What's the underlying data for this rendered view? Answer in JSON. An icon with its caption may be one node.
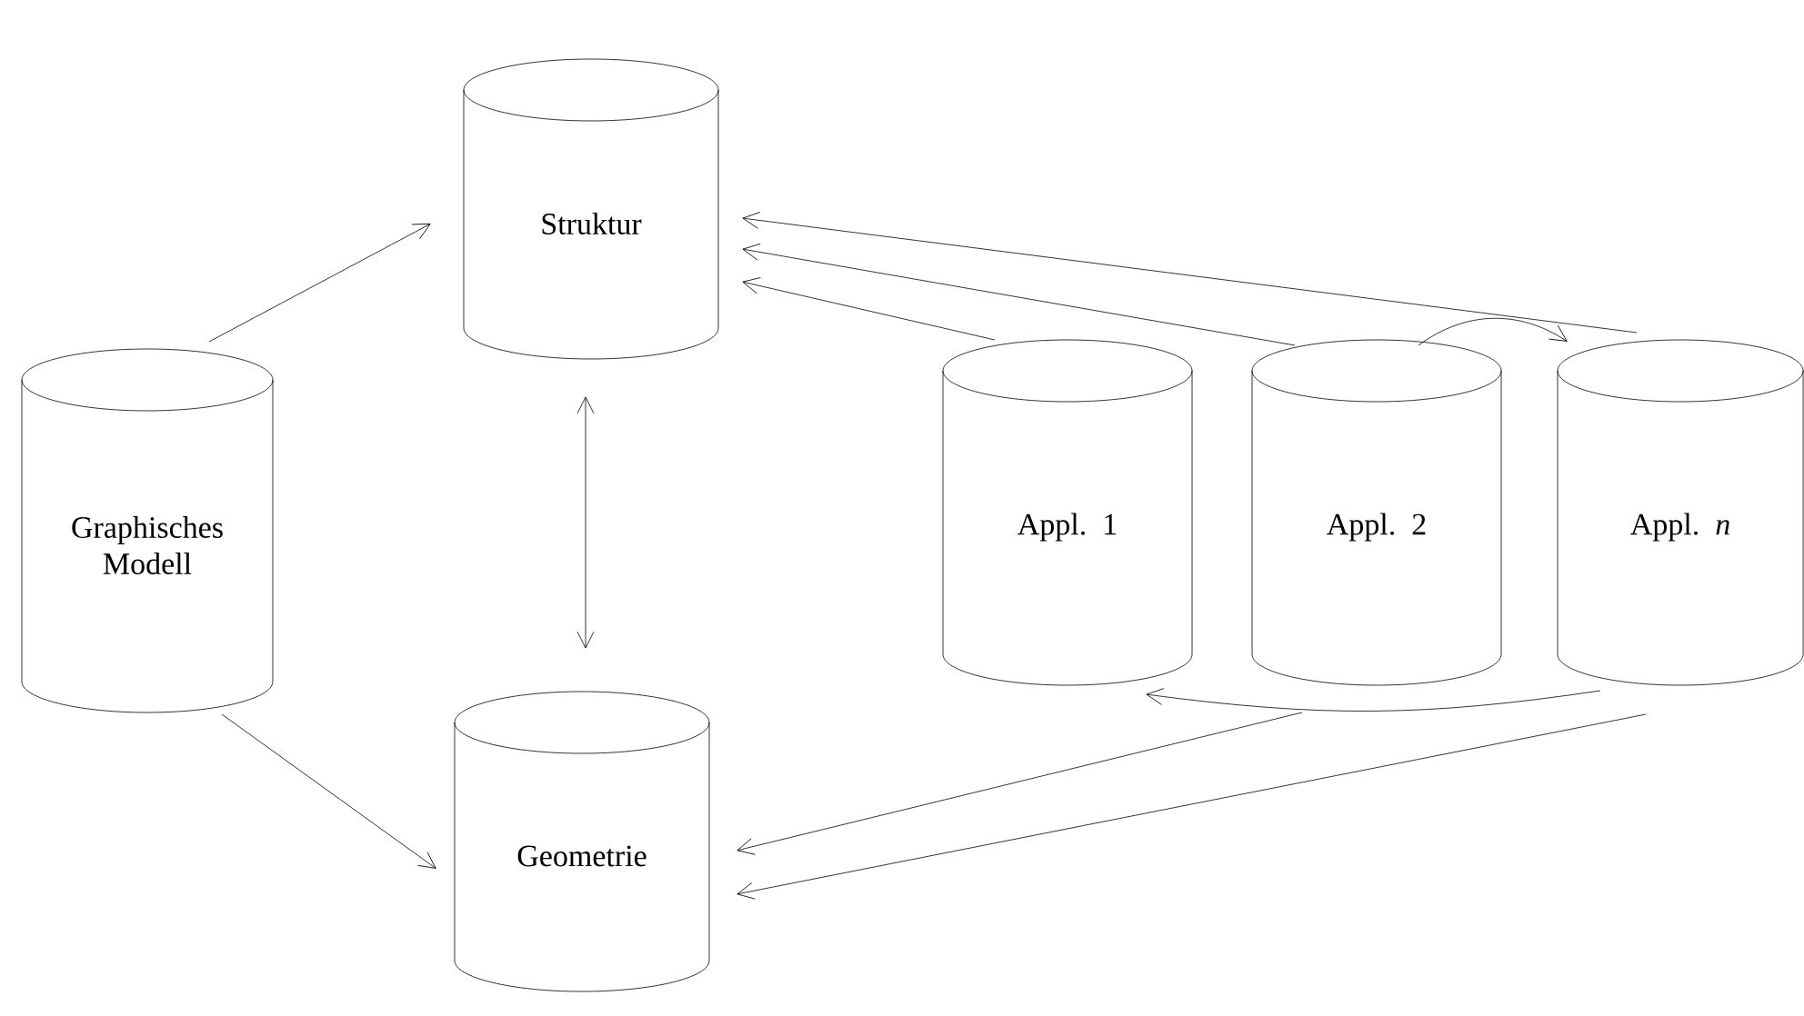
{
  "diagram": {
    "nodes": [
      {
        "text": [
          "Struktur"
        ]
      },
      {
        "text": [
          "Graphisches Modell"
        ]
      },
      {
        "text": [
          "Geometrie"
        ]
      },
      {
        "text": [
          "Appl. 1"
        ]
      },
      {
        "text": [
          "Appl. 2"
        ]
      },
      {
        "text": [
          "Appl. *n*"
        ]
      }
    ],
    "edges": [
      {
        "from": 1,
        "to": 0,
        "arrow": "to"
      },
      {
        "from": 1,
        "to": 2,
        "arrow": "to"
      },
      {
        "from": 0,
        "to": 2,
        "arrow": "both"
      },
      {
        "from": 3,
        "to": 0,
        "arrow": "to"
      },
      {
        "from": 4,
        "to": 0,
        "arrow": "to"
      },
      {
        "from": 5,
        "to": 0,
        "arrow": "to"
      },
      {
        "from": 4,
        "to": 5,
        "arrow": "to"
      },
      {
        "from": 5,
        "to": 3,
        "arrow": "to"
      },
      {
        "from": 4,
        "to": 2,
        "arrow": "to"
      },
      {
        "from": 5,
        "to": 2,
        "arrow": "to"
      }
    ]
  }
}
